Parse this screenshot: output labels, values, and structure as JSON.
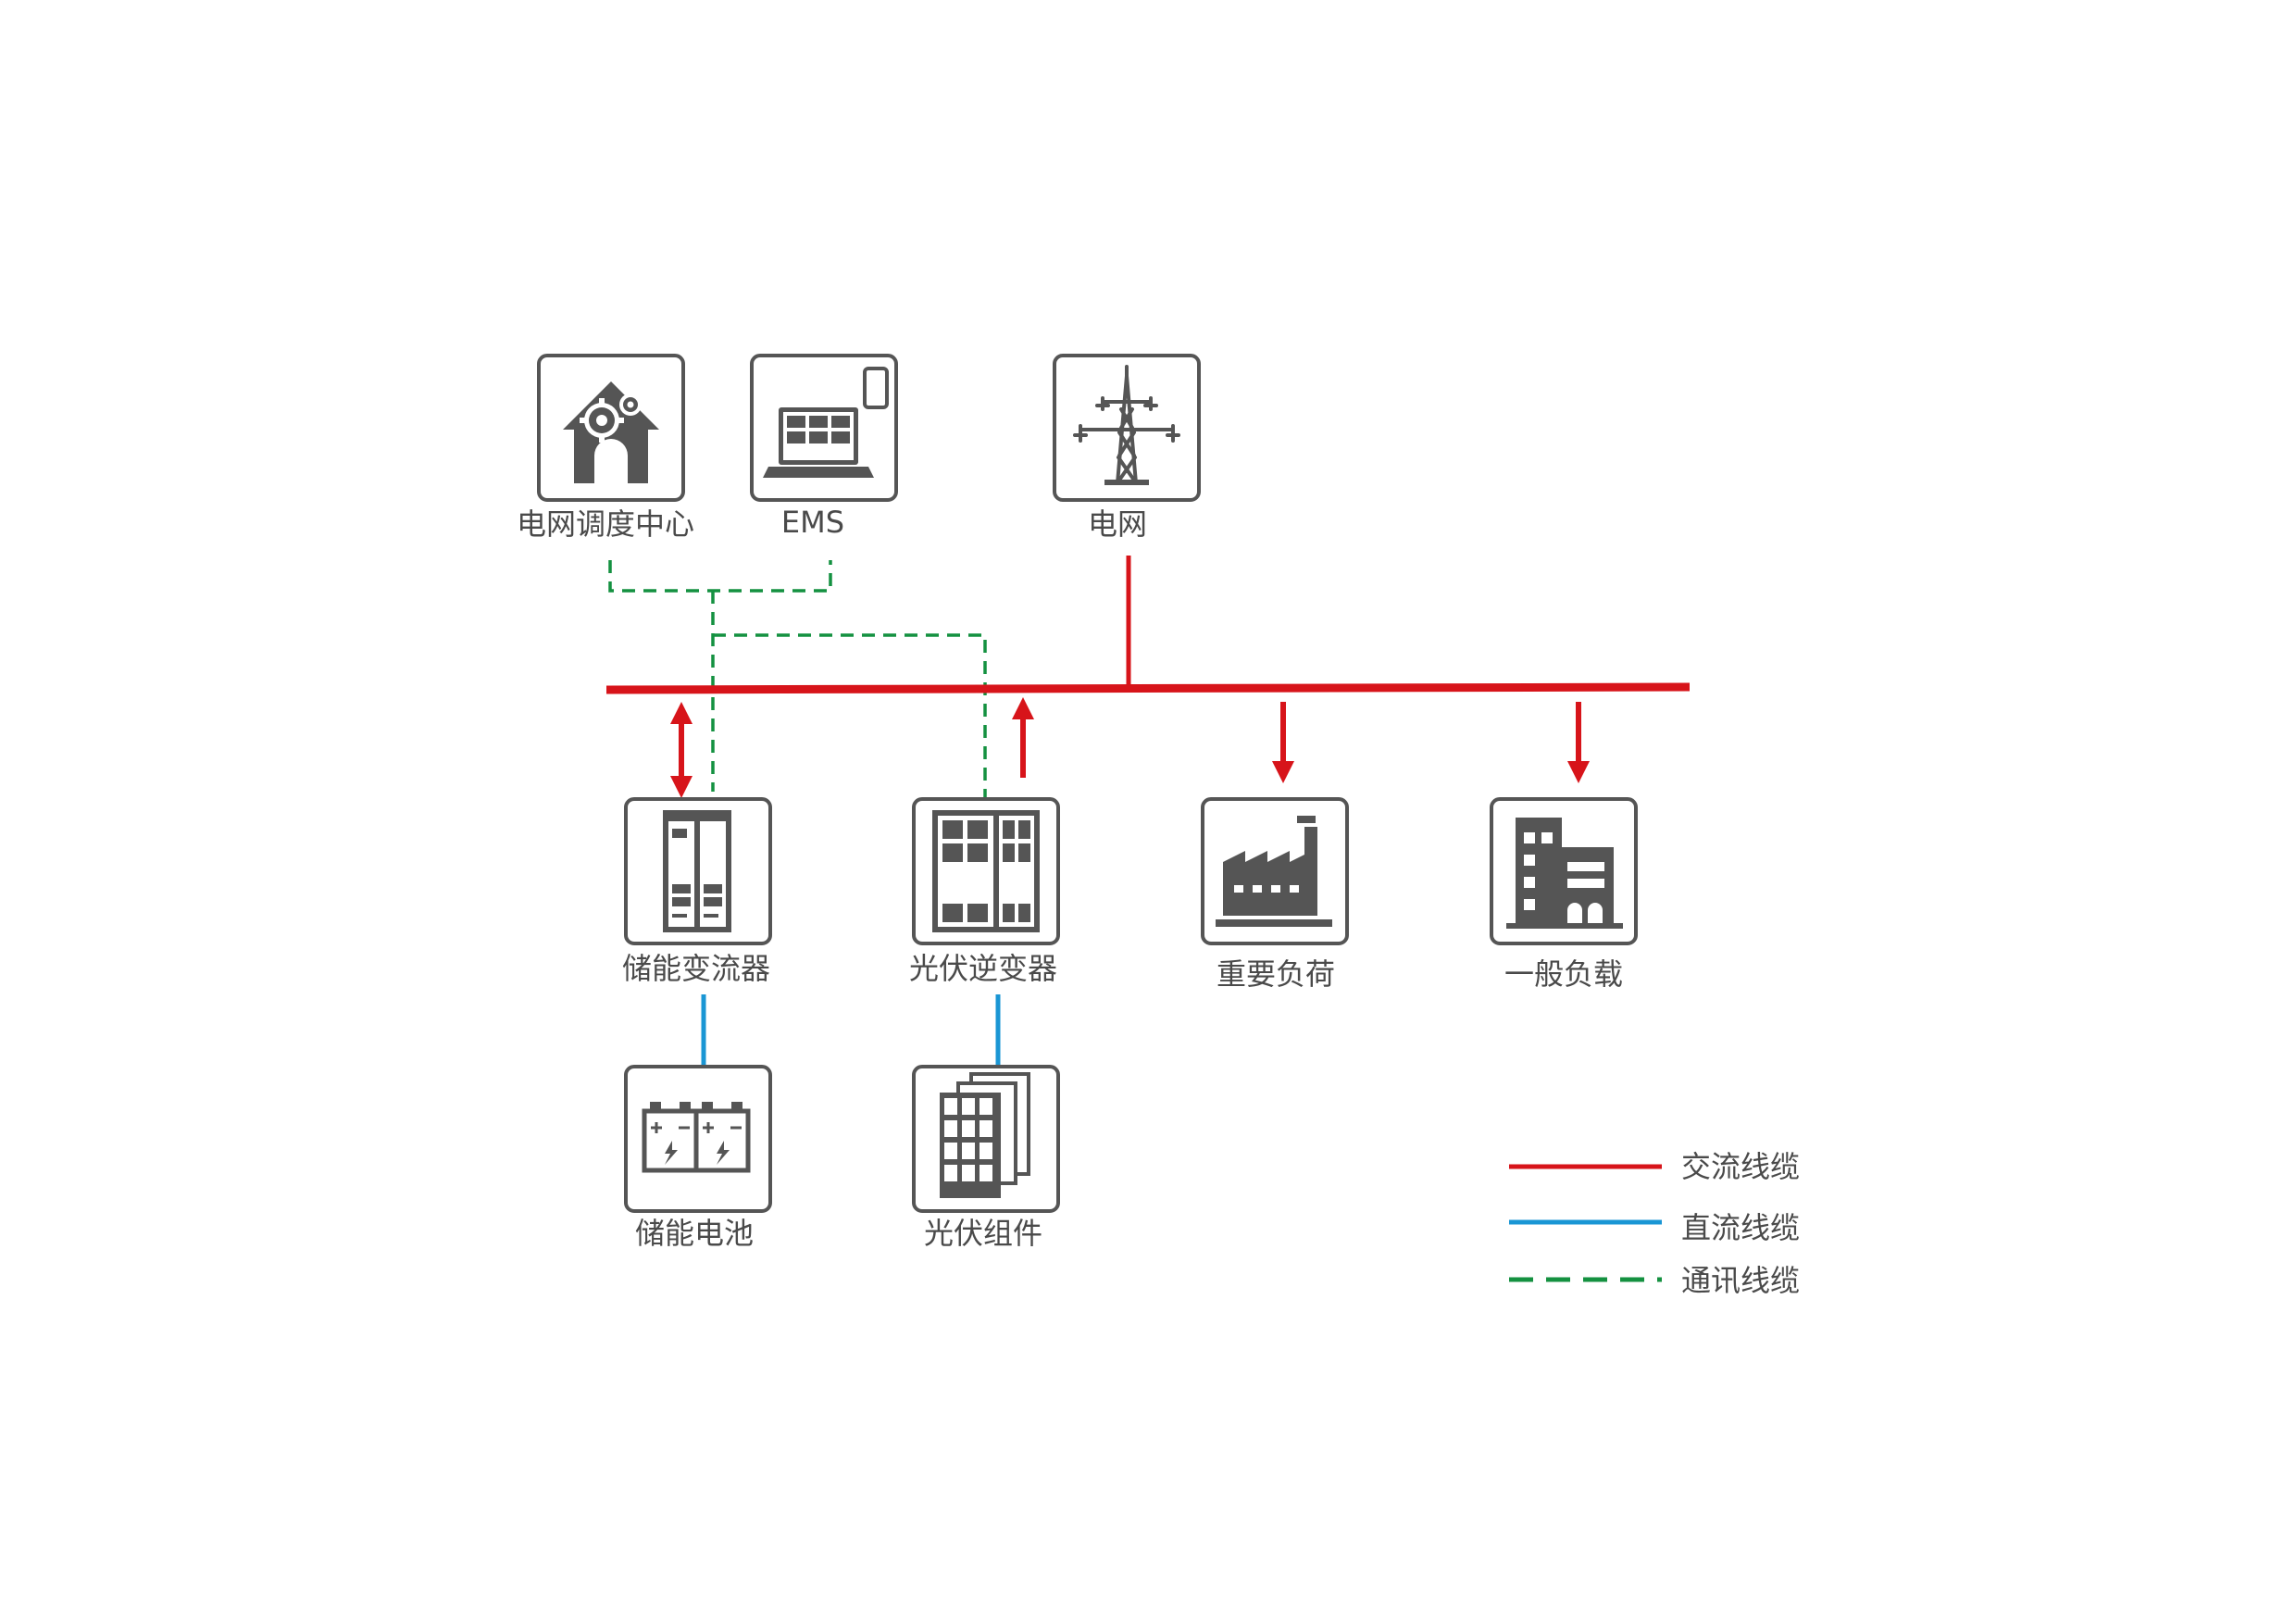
{
  "nodes": {
    "dispatch": "电网调度中心",
    "ems": "EMS",
    "grid": "电网",
    "pcs": "储能变流器",
    "pv_inverter": "光伏逆变器",
    "critical_load": "重要负荷",
    "general_load": "一般负载",
    "battery": "储能电池",
    "pv_module": "光伏组件"
  },
  "legend": {
    "ac": "交流线缆",
    "dc": "直流线缆",
    "comm": "通讯线缆"
  },
  "icons": {
    "dispatch": "house-gears-icon",
    "ems": "laptop-phone-icon",
    "grid": "power-tower-icon",
    "pcs": "cabinet-icon",
    "pv_inverter": "inverter-cabinet-icon",
    "critical_load": "factory-icon",
    "general_load": "office-building-icon",
    "battery": "battery-icon",
    "pv_module": "solar-panel-icon"
  },
  "colors": {
    "ac": "#d7141a",
    "dc": "#1a96d4",
    "comm": "#149140",
    "icon": "#555555",
    "text": "#4a4a4a"
  }
}
